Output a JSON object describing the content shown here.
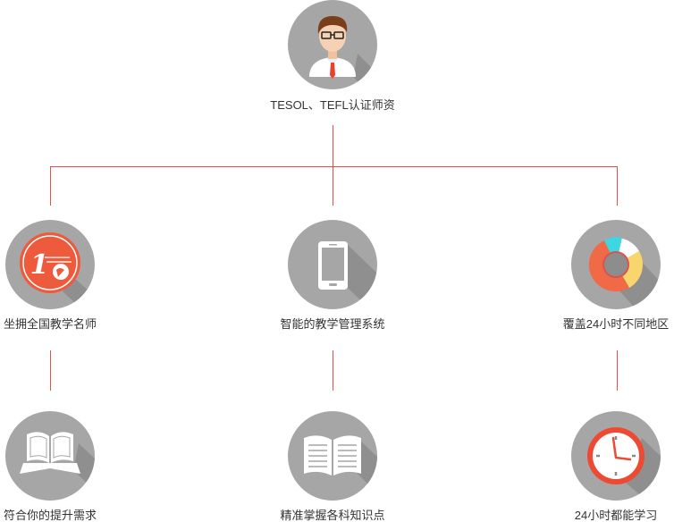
{
  "root": {
    "label": "TESOL、TEFL认证师资",
    "icon": "teacher-avatar-icon"
  },
  "level2": [
    {
      "label": "坐拥全国教学名师",
      "icon": "number-one-badge-icon"
    },
    {
      "label": "智能的教学管理系统",
      "icon": "smartphone-icon"
    },
    {
      "label": "覆盖24小时不同地区",
      "icon": "donut-chart-icon"
    }
  ],
  "level3": [
    {
      "label": "符合你的提升需求",
      "icon": "open-book-ribbon-icon"
    },
    {
      "label": "精准掌握各科知识点",
      "icon": "open-book-icon"
    },
    {
      "label": "24小时都能学习",
      "icon": "clock-icon"
    }
  ],
  "colors": {
    "connector": "#d9534f",
    "circle": "#a6a6a6",
    "shadow": "#8a8a8a",
    "accent_red": "#ee5a3c",
    "label": "#333333"
  }
}
